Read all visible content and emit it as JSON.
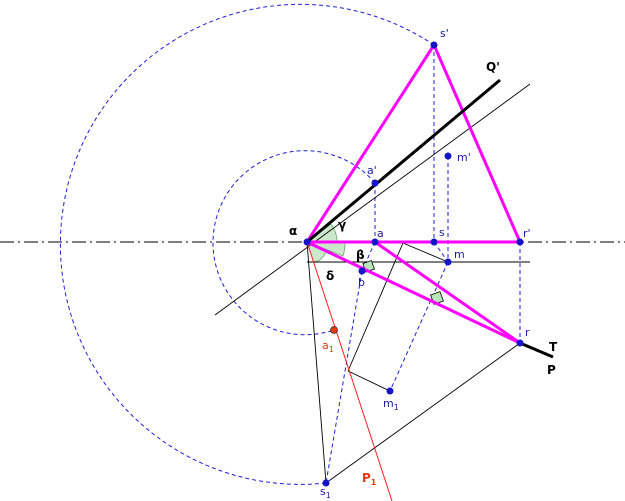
{
  "labels": {
    "alpha": "α",
    "beta": "β",
    "gamma": "γ",
    "delta": "δ",
    "Qp": "Q'",
    "T": "T",
    "P": "P",
    "P1": "P",
    "P1_sub": "1",
    "s_prime": "s'",
    "m_prime": "m'",
    "a_prime": "a'",
    "a": "a",
    "s": "s",
    "r_prime": "r'",
    "m": "m",
    "b": "b",
    "r": "r",
    "a1": "a",
    "a1_sub": "1",
    "m1": "m",
    "m1_sub": "1",
    "s1": "s",
    "s1_sub": "1"
  },
  "colors": {
    "magenta": "#ff00ff",
    "blue_dash": "#1f1fd6",
    "point": "#1414c8",
    "point_red": "#e03a10",
    "red": "#ff2020",
    "black": "#000000",
    "label_blue": "#1a1aa0",
    "label_red": "#e03a10",
    "right_angle_fill": "#b9e6b9",
    "angle_fill": "#cce8cc"
  }
}
